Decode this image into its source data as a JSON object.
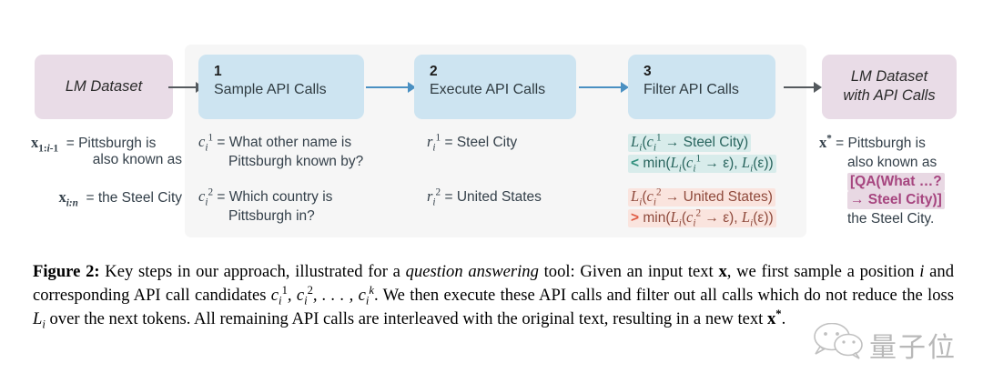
{
  "figure": {
    "panels": {
      "input": {
        "box_title_line1": "LM Dataset",
        "rows": [
          {
            "var_base": "x",
            "var_sub": "1:i-1",
            "eq": "=",
            "line1": "Pittsburgh is",
            "line2": "also known as"
          },
          {
            "var_base": "x",
            "var_sub": "i:n",
            "eq": "=",
            "line1": "the Steel City",
            "line2": ""
          }
        ]
      },
      "step1": {
        "number": "1",
        "label": "Sample API Calls",
        "rows": [
          {
            "var_base": "c",
            "var_sub": "i",
            "var_sup": "1",
            "eq": "=",
            "line1": "What other name is",
            "line2": "Pittsburgh known by?"
          },
          {
            "var_base": "c",
            "var_sub": "i",
            "var_sup": "2",
            "eq": "=",
            "line1": "Which country is",
            "line2": "Pittsburgh in?"
          }
        ]
      },
      "step2": {
        "number": "2",
        "label": "Execute API Calls",
        "rows": [
          {
            "var_base": "r",
            "var_sub": "i",
            "var_sup": "1",
            "eq": "=",
            "line1": "Steel City",
            "line2": ""
          },
          {
            "var_base": "r",
            "var_sub": "i",
            "var_sup": "2",
            "eq": "=",
            "line1": "United States",
            "line2": ""
          }
        ]
      },
      "step3": {
        "number": "3",
        "label": "Filter API Calls",
        "rows": [
          {
            "highlight": "teal",
            "comparator": "<",
            "loss_fn": "L",
            "loss_sub": "i",
            "call_base": "c",
            "call_sub": "i",
            "call_sup": "1",
            "arrow": "→",
            "result": "Steel City",
            "min_label": "min",
            "epsilon": "ε"
          },
          {
            "highlight": "salmon",
            "comparator": ">",
            "loss_fn": "L",
            "loss_sub": "i",
            "call_base": "c",
            "call_sub": "i",
            "call_sup": "2",
            "arrow": "→",
            "result": "United States",
            "min_label": "min",
            "epsilon": "ε"
          }
        ]
      },
      "output": {
        "box_title_line1": "LM Dataset",
        "box_title_line2": "with API Calls",
        "var_base": "x",
        "var_sup": "*",
        "eq": "=",
        "line1": "Pittsburgh is",
        "line2": "also known as",
        "api_line1": "[QA(What …?",
        "api_line2": "→ Steel City)]",
        "line3": "the Steel City."
      }
    },
    "colors": {
      "pink_box": "#e9dce7",
      "blue_box": "#cde4f1",
      "panel_backdrop": "#f6f6f6",
      "arrow_grey": "#555a5e",
      "arrow_blue": "#4a90c2",
      "highlight_teal": "#d8eceb",
      "highlight_salmon": "#fae4de",
      "highlight_pink_qa": "#e8d8e3",
      "text_teal": "#28645d",
      "text_salmon": "#8f4a3c",
      "text_pink_qa": "#a6457f"
    }
  },
  "caption": {
    "figure_number": "Figure 2:",
    "text_part1": " Key steps in our approach, illustrated for a ",
    "emphasis1": "question answering",
    "text_part2": " tool: Given an input text ",
    "math_x": "x",
    "text_part3": ", we first sample a position ",
    "math_i": "i",
    "text_part4": " and corresponding API call candidates ",
    "math_candidates": "cᵢ¹, cᵢ², … , cᵢᵏ",
    "text_part5": ". We then execute these API calls and filter out all calls which do not reduce the loss ",
    "math_loss": "Lᵢ",
    "text_part6": " over the next tokens. All remaining API calls are interleaved with the original text, resulting in a new text ",
    "math_xstar": "x*",
    "text_part7": "."
  },
  "watermark": {
    "text": "量子位",
    "icon": "wechat-icon"
  }
}
